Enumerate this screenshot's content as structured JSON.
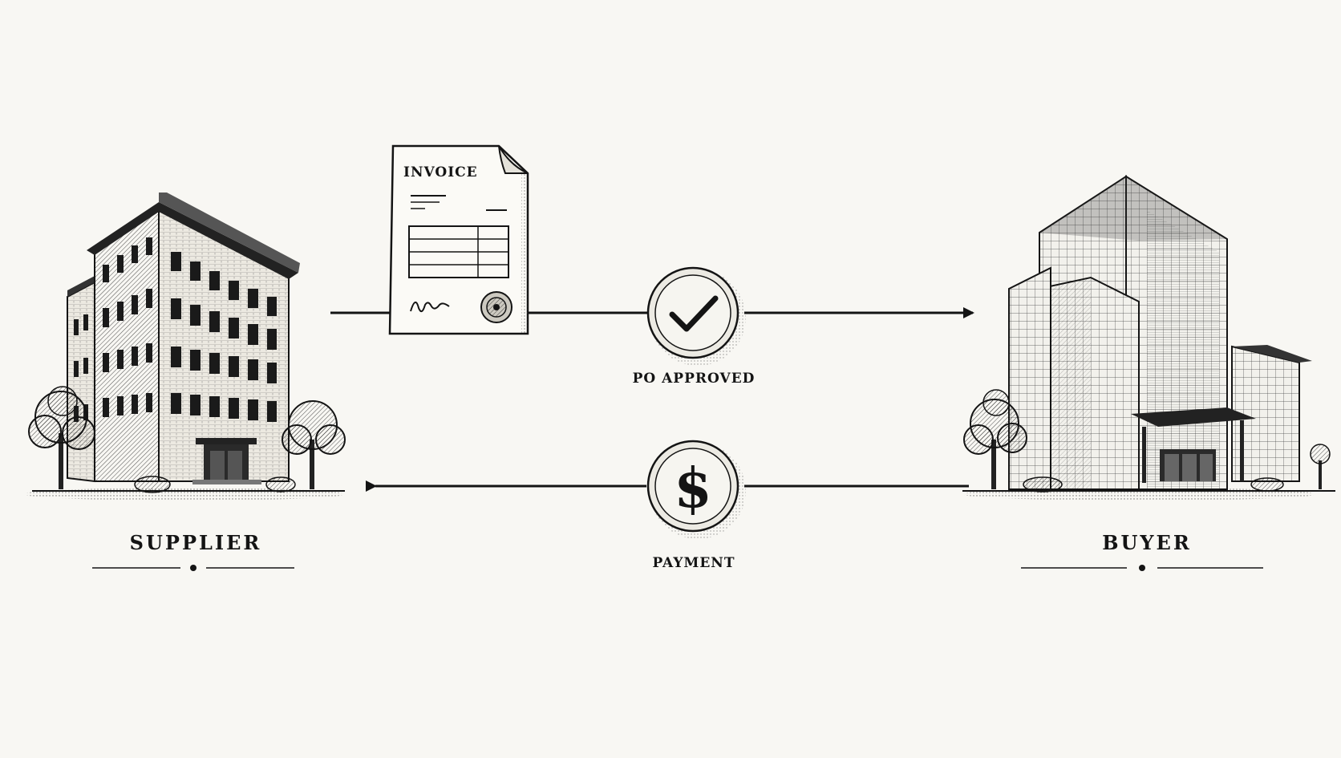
{
  "colors": {
    "background": "#f8f7f3",
    "ink": "#141414"
  },
  "parties": {
    "supplier": {
      "label": "SUPPLIER",
      "icon": "classic-office-building-icon"
    },
    "buyer": {
      "label": "BUYER",
      "icon": "modern-glass-office-building-icon"
    }
  },
  "flows": {
    "invoice": {
      "document_title": "INVOICE",
      "icon": "invoice-document-icon",
      "direction": "supplier-to-buyer"
    },
    "po_approved": {
      "label": "PO APPROVED",
      "icon": "checkmark-icon"
    },
    "payment": {
      "label": "PAYMENT",
      "icon": "dollar-coin-icon",
      "direction": "buyer-to-supplier"
    }
  }
}
